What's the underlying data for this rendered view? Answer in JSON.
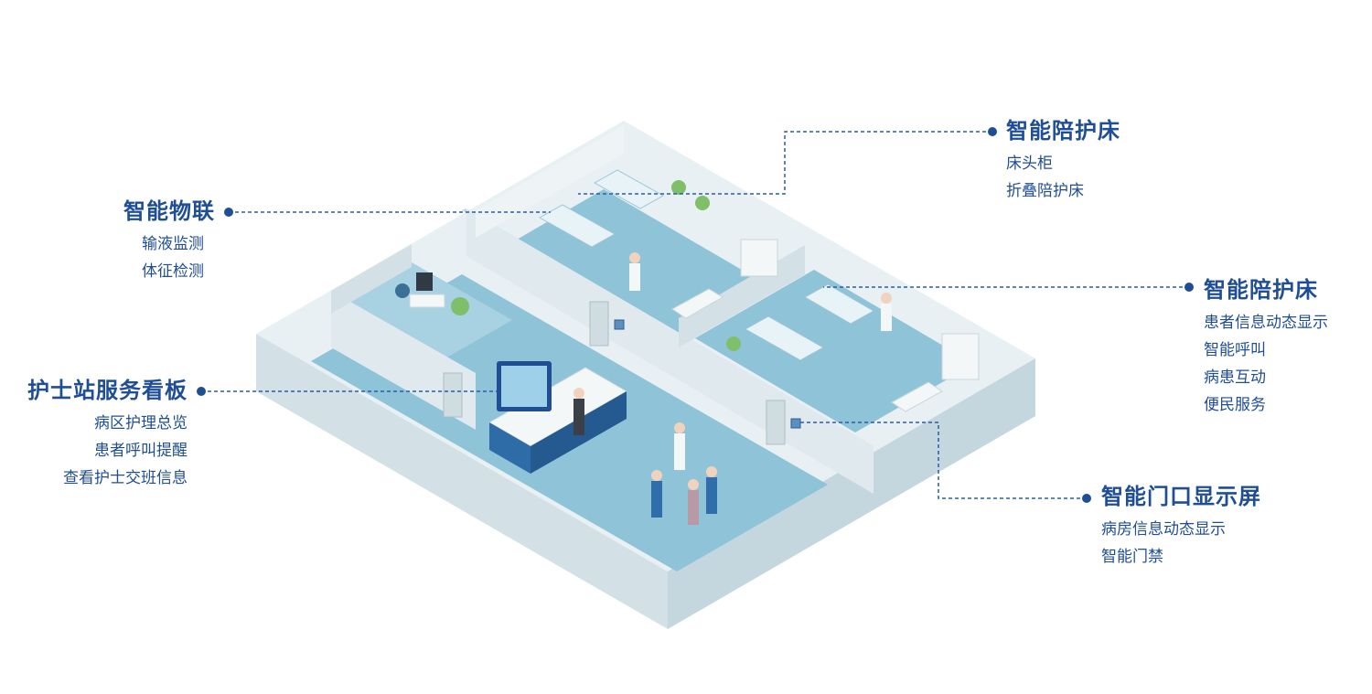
{
  "colors": {
    "accent": "#1f4e95",
    "floor": "#8ec3d8",
    "wall": "#dfe9ee",
    "wall_shadow": "#c4d6de",
    "leader": "#2a5ca8"
  },
  "callouts": {
    "iot": {
      "title": "智能物联",
      "items": [
        "输液监测",
        "体征检测"
      ]
    },
    "bed_top": {
      "title": "智能陪护床",
      "items": [
        "床头柜",
        "折叠陪护床"
      ]
    },
    "bed_right": {
      "title": "智能陪护床",
      "items": [
        "患者信息动态显示",
        "智能呼叫",
        "病患互动",
        "便民服务"
      ]
    },
    "nurse_board": {
      "title": "护士站服务看板",
      "items": [
        "病区护理总览",
        "患者呼叫提醒",
        "查看护士交班信息"
      ]
    },
    "door_screen": {
      "title": "智能门口显示屏",
      "items": [
        "病房信息动态显示",
        "智能门禁"
      ]
    }
  }
}
